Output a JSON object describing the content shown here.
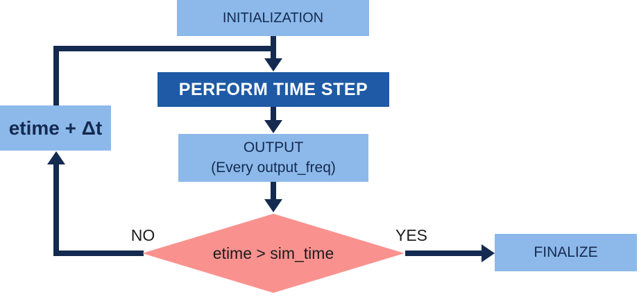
{
  "nodes": {
    "initialization": "INITIALIZATION",
    "perform_time_step": "PERFORM TIME STEP",
    "output_line1": "OUTPUT",
    "output_line2": "(Every output_freq)",
    "etime_increment": "etime + Δt",
    "decision": "etime > sim_time",
    "finalize": "FINALIZE"
  },
  "labels": {
    "no": "NO",
    "yes": "YES"
  },
  "colors": {
    "node_fill_light": "#8CB9EA",
    "node_fill_dark": "#1E5AA5",
    "arrow_navy": "#152A50",
    "decision_fill": "#F9928F",
    "decision_text": "#1C1C1C"
  }
}
